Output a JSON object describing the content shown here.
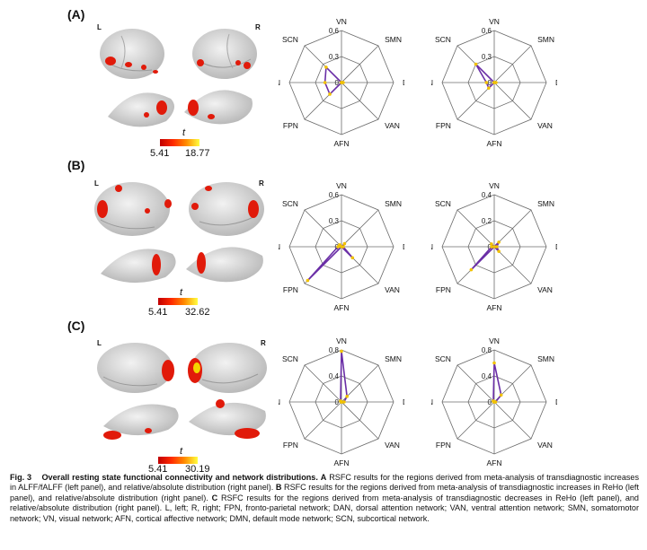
{
  "panels": [
    {
      "label": "(A)",
      "cbar_min": "5.41",
      "cbar_max": "18.77",
      "cbar_var": "t",
      "left": "L",
      "right": "R"
    },
    {
      "label": "(B)",
      "cbar_min": "5.41",
      "cbar_max": "32.62",
      "cbar_var": "t",
      "left": "L",
      "right": "R"
    },
    {
      "label": "(C)",
      "cbar_min": "5.41",
      "cbar_max": "30.19",
      "cbar_var": "t",
      "left": "L",
      "right": "R"
    }
  ],
  "caption": {
    "fig": "Fig. 3",
    "title": "Overall resting state functional connectivity and network distributions.",
    "a_letter": "A",
    "a_text": " RSFC results for the regions derived from meta-analysis of transdiagnostic increases in ALFF/fALFF (left panel), and relative/absolute distribution (right panel). ",
    "b_letter": "B",
    "b_text": " RSFC results for the regions derived from meta-analysis of transdiagnostic increases in ReHo (left panel), and relative/absolute distribution (right panel). ",
    "c_letter": "C",
    "c_text": " RSFC results for the regions derived from meta-analysis of transdiagnostic decreases in ReHo (left panel), and relative/absolute distribution (right panel). L, left; R, right; FPN, fronto-parietal network; DAN, dorsal attention network; VAN, ventral attention network; SMN, somatomotor network; VN, visual network; AFN, cortical affective network; DMN, default mode network; SCN, subcortical network."
  },
  "colors": {
    "radar_line": "#6a2ea6",
    "radar_point": "#f2c200",
    "grid": "#6b6b6b"
  },
  "chart_data": [
    {
      "type": "radar",
      "panel": "A",
      "side": "relative",
      "axes": [
        "VN",
        "SMN",
        "DAN",
        "VAN",
        "AFN",
        "FPN",
        "DMN",
        "SCN"
      ],
      "ticks": [
        "0",
        "0.3",
        "0.6"
      ],
      "rmax": 0.6,
      "values": [
        0.0,
        0.0,
        0.02,
        0.0,
        0.0,
        0.19,
        0.19,
        0.25
      ]
    },
    {
      "type": "radar",
      "panel": "A",
      "side": "absolute",
      "axes": [
        "VN",
        "SMN",
        "DAN",
        "VAN",
        "AFN",
        "FPN",
        "DMN",
        "SCN"
      ],
      "ticks": [
        "0",
        "0.3",
        "0.6"
      ],
      "rmax": 0.6,
      "values": [
        0.0,
        0.0,
        0.02,
        0.0,
        0.0,
        0.09,
        0.09,
        0.3
      ]
    },
    {
      "type": "radar",
      "panel": "B",
      "side": "relative",
      "axes": [
        "VN",
        "SMN",
        "DAN",
        "VAN",
        "AFN",
        "FPN",
        "DMN",
        "SCN"
      ],
      "ticks": [
        "0",
        "0.3",
        "0.6"
      ],
      "rmax": 0.6,
      "values": [
        0.0,
        0.05,
        0.02,
        0.18,
        0.0,
        0.55,
        0.04,
        0.03
      ]
    },
    {
      "type": "radar",
      "panel": "B",
      "side": "absolute",
      "axes": [
        "VN",
        "SMN",
        "DAN",
        "VAN",
        "AFN",
        "FPN",
        "DMN",
        "SCN"
      ],
      "ticks": [
        "0",
        "0.2",
        "0.4"
      ],
      "rmax": 0.4,
      "values": [
        0.0,
        0.05,
        0.02,
        0.05,
        0.0,
        0.25,
        0.02,
        0.03
      ]
    },
    {
      "type": "radar",
      "panel": "C",
      "side": "relative",
      "axes": [
        "VN",
        "SMN",
        "DAN",
        "VAN",
        "AFN",
        "FPN",
        "DMN",
        "SCN"
      ],
      "ticks": [
        "0",
        "0.4",
        "0.8"
      ],
      "rmax": 0.8,
      "values": [
        0.78,
        0.12,
        0.04,
        0.0,
        0.0,
        0.0,
        0.0,
        0.02
      ]
    },
    {
      "type": "radar",
      "panel": "C",
      "side": "absolute",
      "axes": [
        "VN",
        "SMN",
        "DAN",
        "VAN",
        "AFN",
        "FPN",
        "DMN",
        "SCN"
      ],
      "ticks": [
        "0",
        "0.4",
        "0.8"
      ],
      "rmax": 0.8,
      "values": [
        0.6,
        0.15,
        0.02,
        0.0,
        0.0,
        0.0,
        0.0,
        0.02
      ]
    }
  ]
}
